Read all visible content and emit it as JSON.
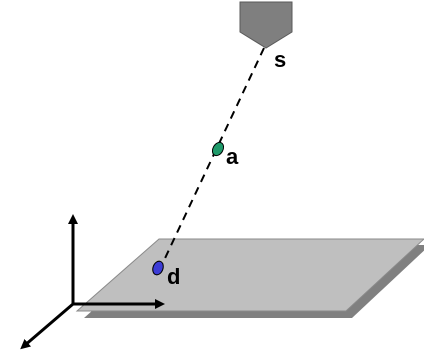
{
  "labels": {
    "source": "s",
    "point_a": "a",
    "point_d": "d"
  },
  "colors": {
    "plane_fill": "#bfbfbf",
    "plane_shadow": "#808080",
    "source_fill": "#7f7f7f",
    "point_a_fill": "#1f9a6a",
    "point_d_fill": "#3c3cd6",
    "line": "#000000"
  }
}
